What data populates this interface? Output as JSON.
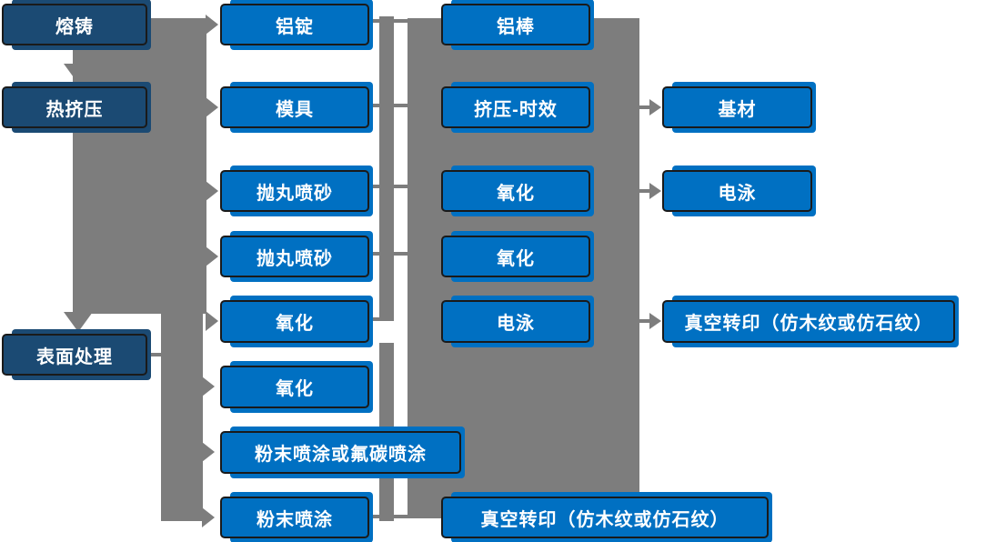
{
  "diagram_title": "",
  "colors": {
    "process_blue": "#0070c2",
    "stage_navy": "#1b4a73",
    "connector_gray": "#7d7d7d",
    "node_border": "#1a1a1a",
    "label_text": "#ffffff"
  },
  "columns": {
    "stages": [
      "熔铸",
      "热挤压",
      "表面处理"
    ],
    "col2": [
      "铝锭",
      "模具",
      "抛丸喷砂",
      "抛丸喷砂",
      "氧化",
      "氧化",
      "粉末喷涂或氟碳喷涂",
      "粉末喷涂"
    ],
    "col3": [
      "铝棒",
      "挤压-时效",
      "氧化",
      "氧化",
      "电泳",
      "真空转印（仿木纹或仿石纹）"
    ],
    "col4": [
      "基材",
      "电泳",
      "真空转印（仿木纹或仿石纹）"
    ]
  }
}
